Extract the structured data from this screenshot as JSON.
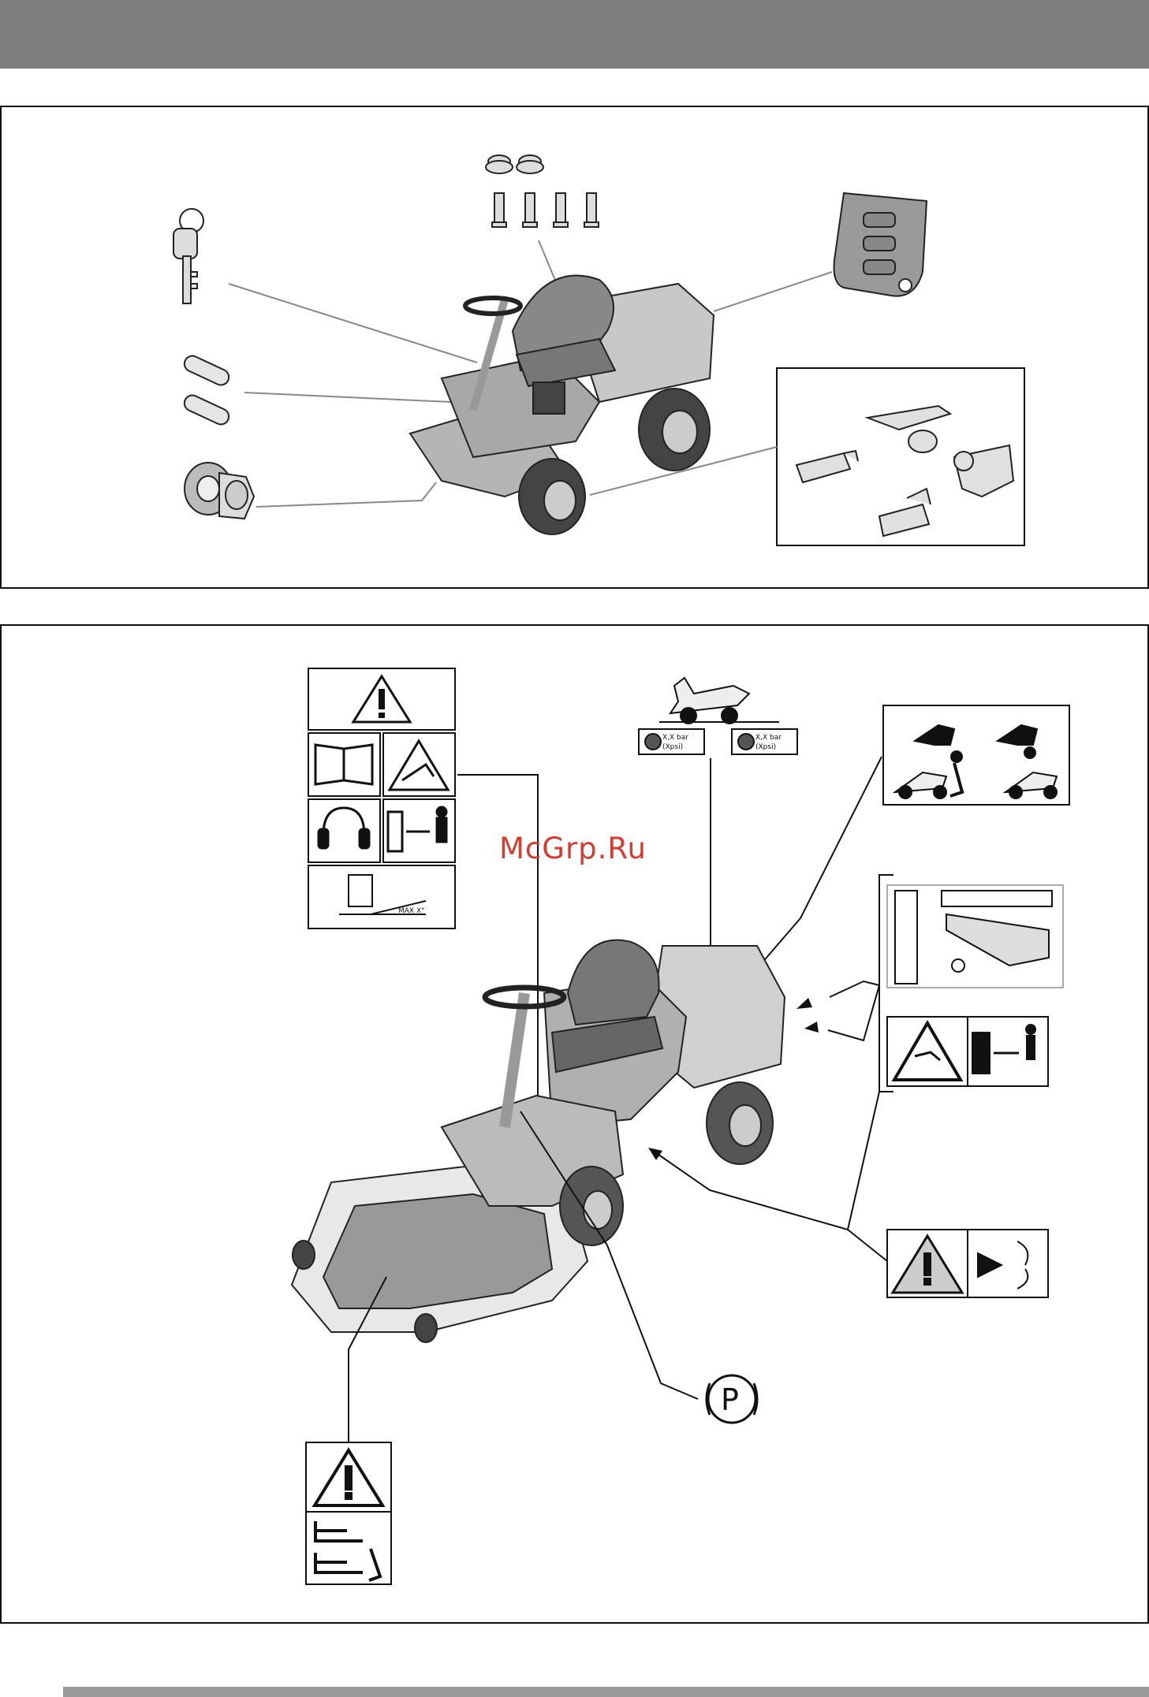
{
  "watermark": "McGrp.Ru",
  "parking_symbol": "P",
  "tyre_pressure": {
    "value_label": "X,X bar",
    "psi_label": "(Xpsi)"
  },
  "slope_label": "MAX X°",
  "icons": [
    "key-icon",
    "bolts-icon",
    "seat-cover-icon",
    "pins-icon",
    "wheel-nut-icon",
    "mower-icon",
    "brackets-icon",
    "warning-triangle-icon",
    "manual-icon",
    "thrown-object-icon",
    "ear-protection-icon",
    "distance-person-icon",
    "slope-icon",
    "tyre-pressure-icon",
    "tow-push-icon",
    "hot-surface-icon",
    "rotating-blade-icon",
    "parking-brake-icon",
    "deck-height-icon"
  ],
  "colors": {
    "header_bar": "#7d7d7d",
    "watermark": "#d93a2e"
  }
}
